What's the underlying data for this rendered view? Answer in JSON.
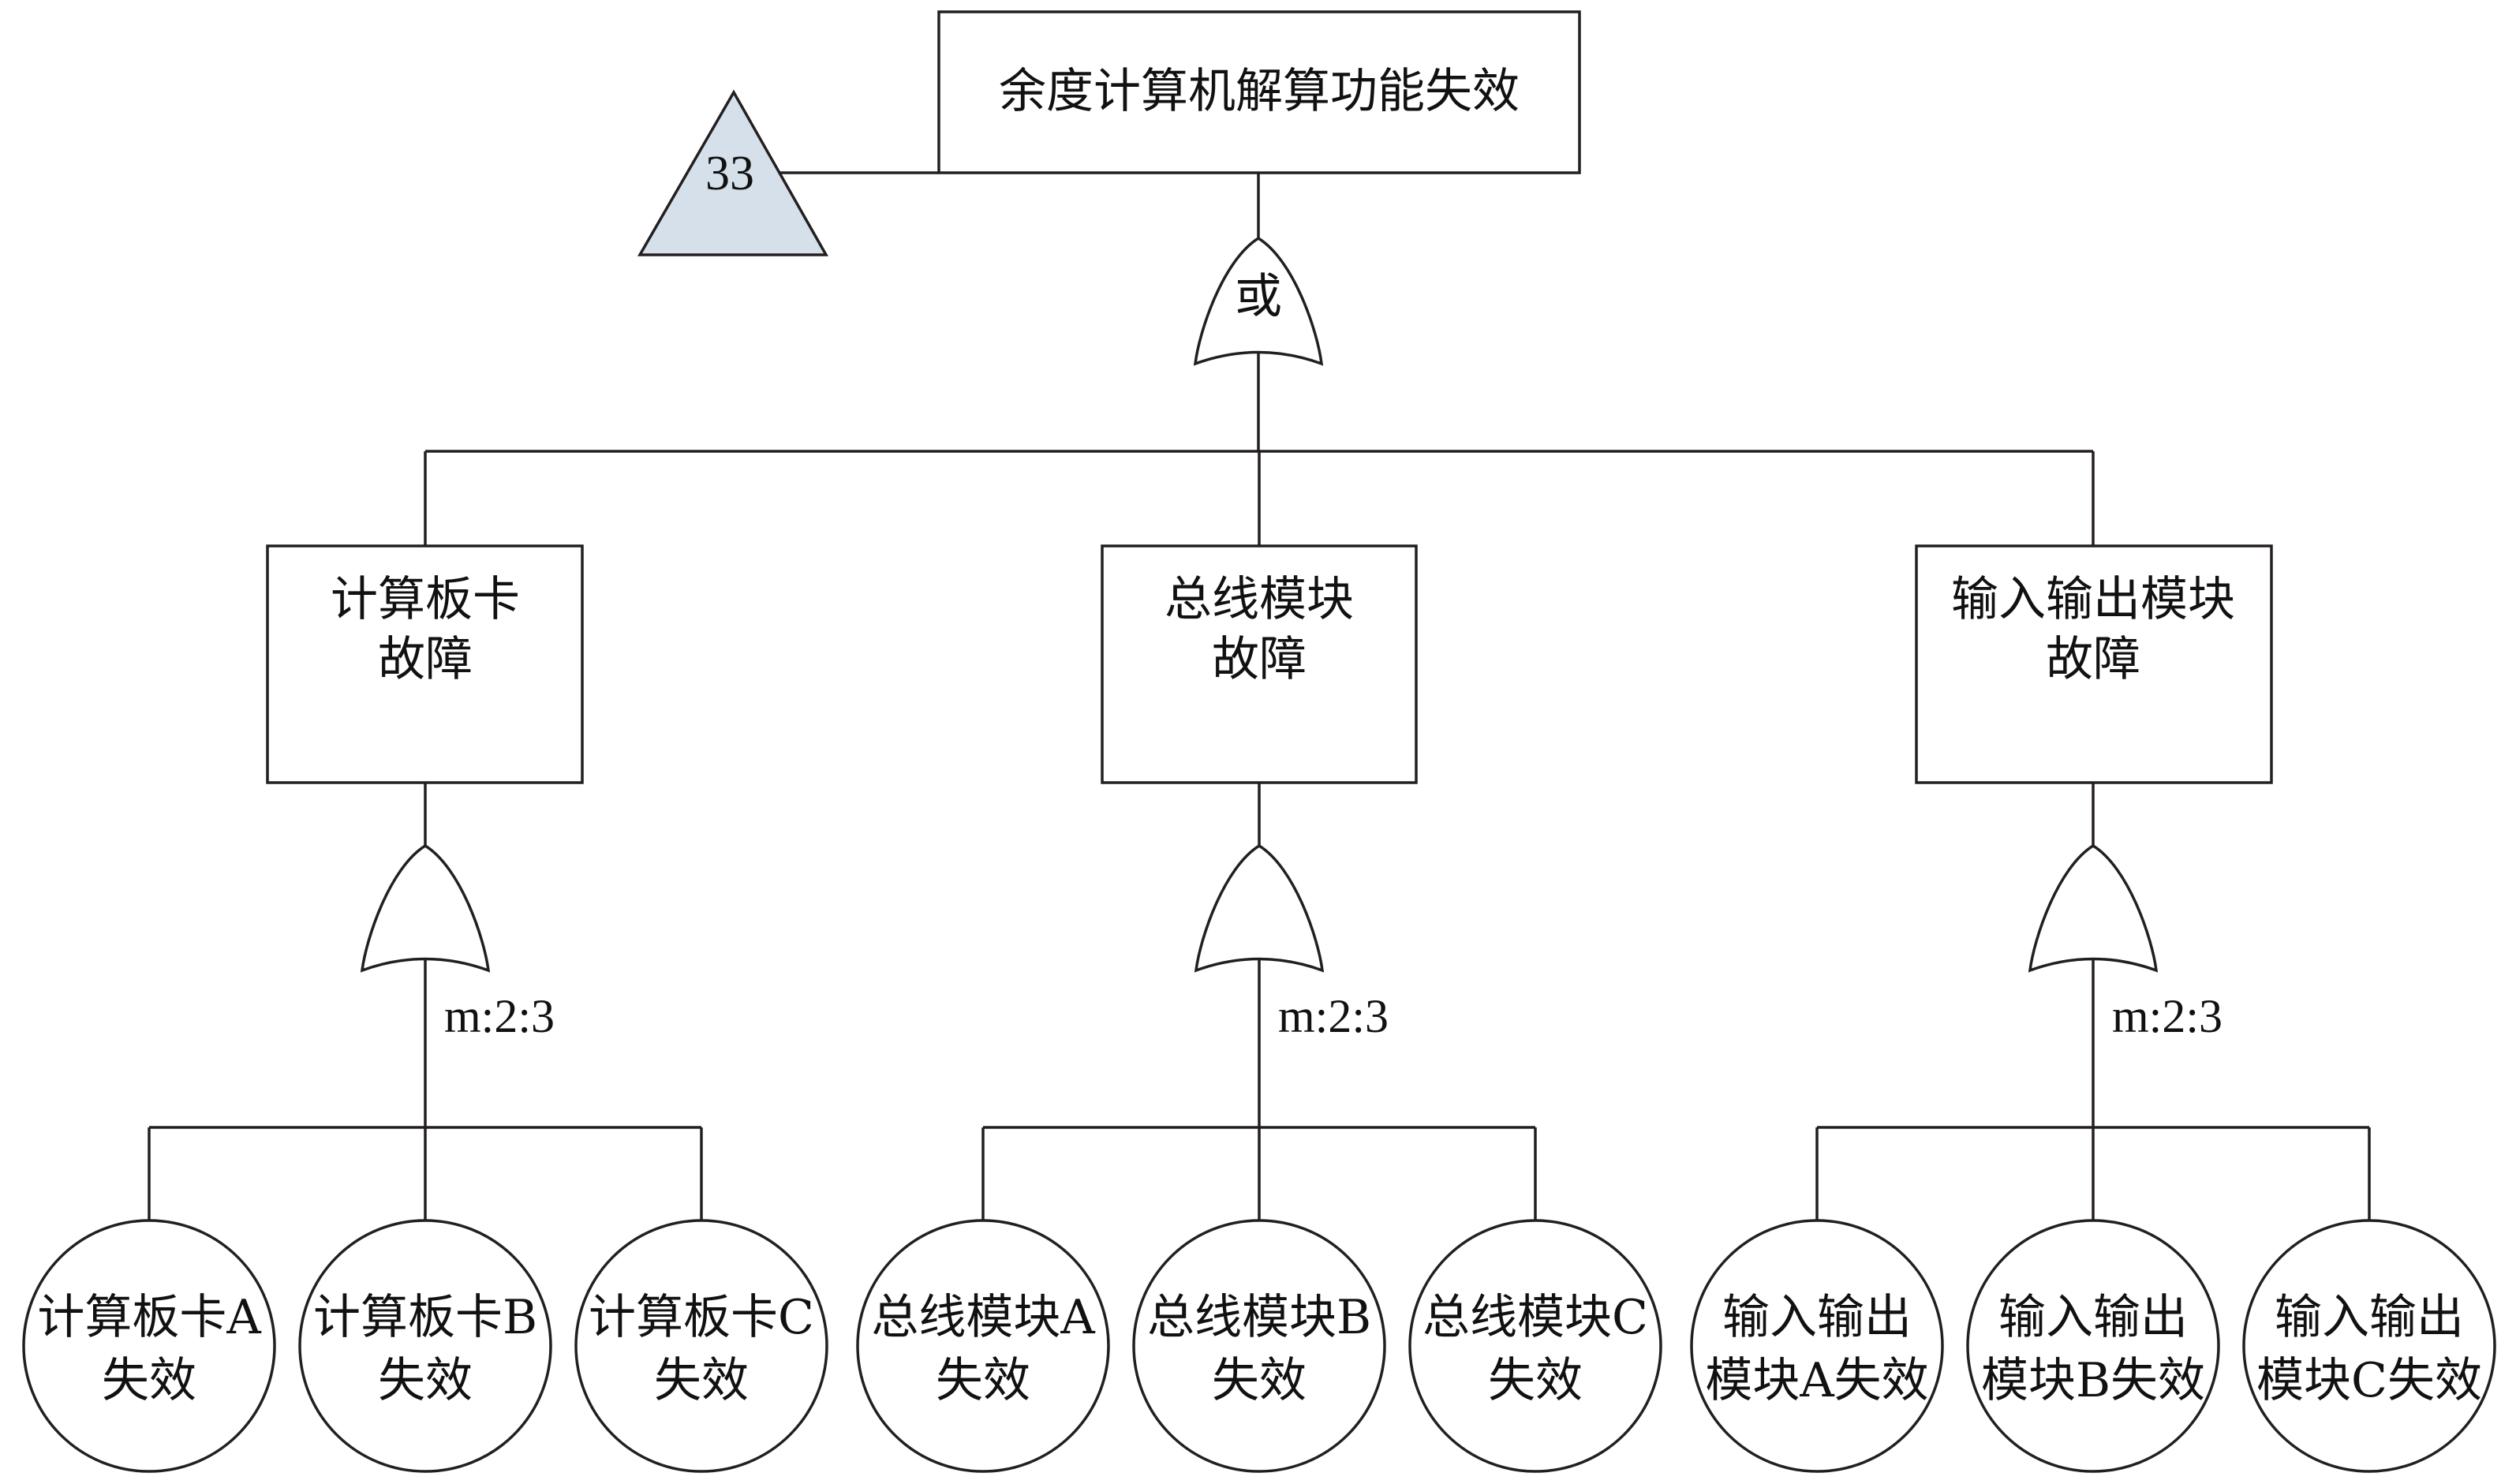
{
  "diagram": {
    "type": "fault-tree",
    "top_event": {
      "label": "余度计算机解算功能失效",
      "transfer": {
        "symbol": "triangle",
        "label": "33",
        "fill": "#d6e0ea"
      }
    },
    "top_gate": {
      "type": "or",
      "label": "或"
    },
    "intermediate_events": [
      {
        "lines": [
          "计算板卡",
          "故障"
        ],
        "gate": {
          "type": "voting-or",
          "label": "m:2:3"
        },
        "basic_events": [
          {
            "lines": [
              "计算板卡A",
              "失效"
            ]
          },
          {
            "lines": [
              "计算板卡B",
              "失效"
            ]
          },
          {
            "lines": [
              "计算板卡C",
              "失效"
            ]
          }
        ]
      },
      {
        "lines": [
          "总线模块",
          "故障"
        ],
        "gate": {
          "type": "voting-or",
          "label": "m:2:3"
        },
        "basic_events": [
          {
            "lines": [
              "总线模块A",
              "失效"
            ]
          },
          {
            "lines": [
              "总线模块B",
              "失效"
            ]
          },
          {
            "lines": [
              "总线模块C",
              "失效"
            ]
          }
        ]
      },
      {
        "lines": [
          "输入输出模块",
          "故障"
        ],
        "gate": {
          "type": "voting-or",
          "label": "m:2:3"
        },
        "basic_events": [
          {
            "lines": [
              "输入输出",
              "模块A失效"
            ]
          },
          {
            "lines": [
              "输入输出",
              "模块B失效"
            ]
          },
          {
            "lines": [
              "输入输出",
              "模块C失效"
            ]
          }
        ]
      }
    ],
    "colors": {
      "line": "#231f20",
      "transfer_fill": "#d6e0ea",
      "background": "#ffffff"
    }
  }
}
